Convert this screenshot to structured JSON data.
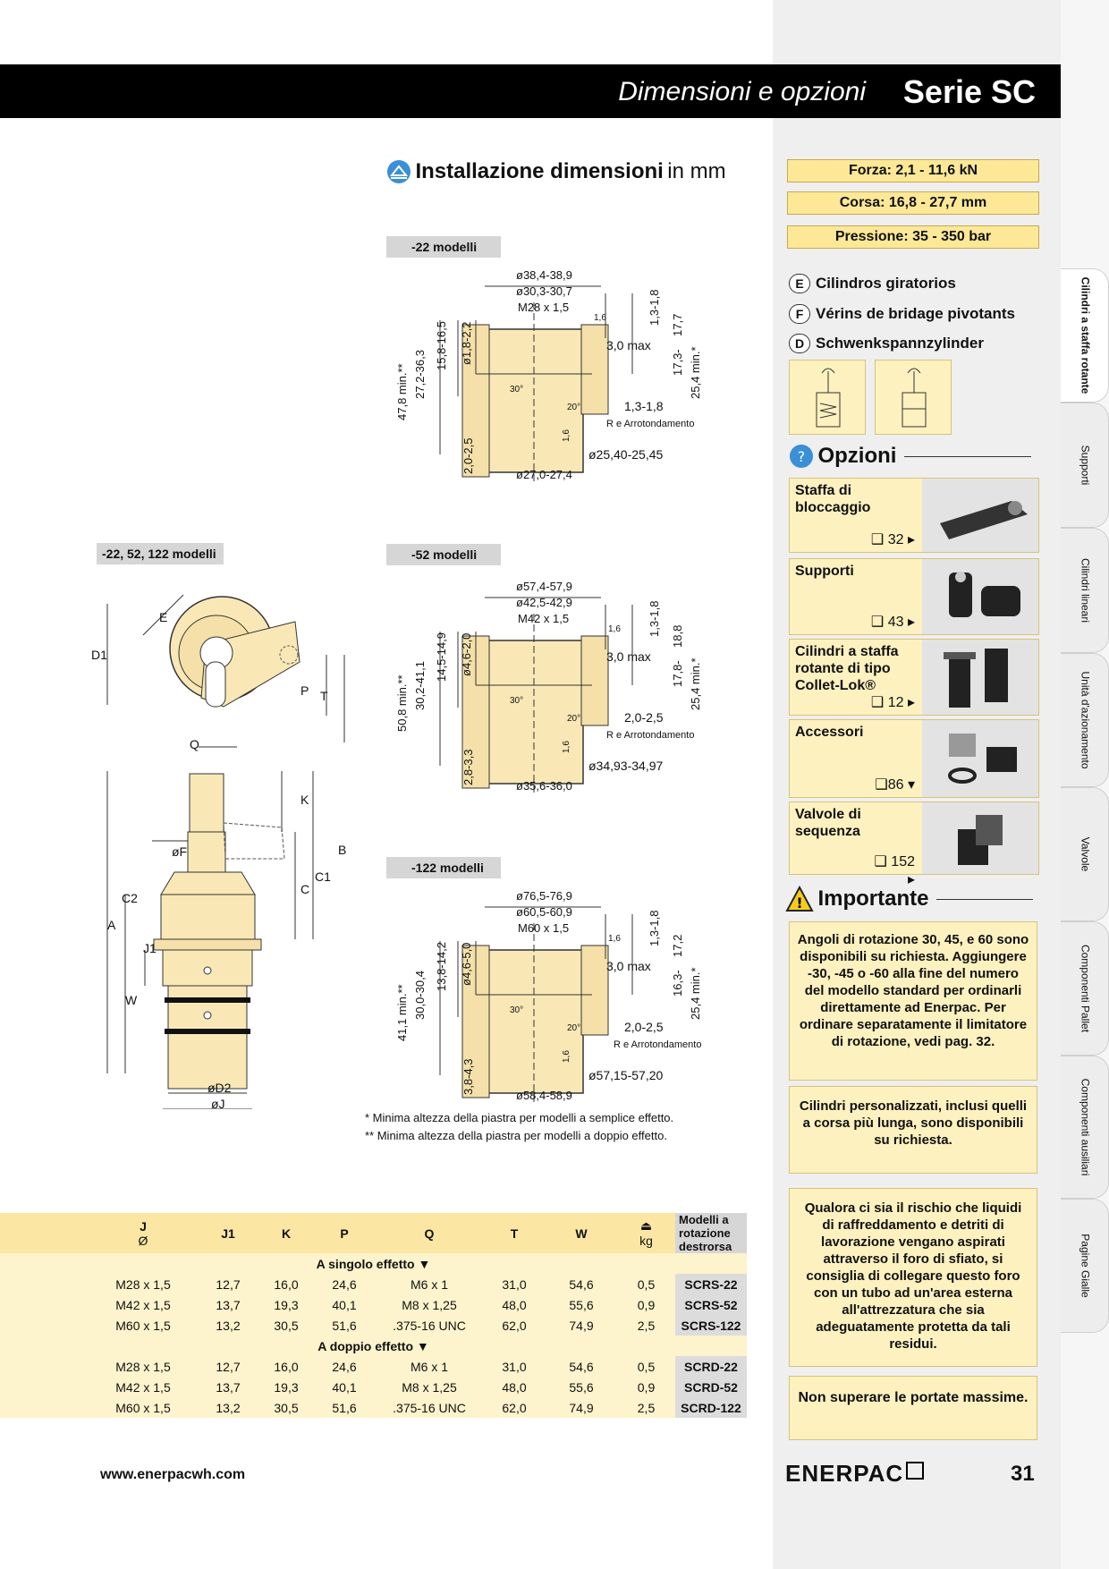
{
  "header": {
    "subtitle": "Dimensioni e opzioni",
    "series": "Serie SC"
  },
  "install": {
    "title": "Installazione dimensioni",
    "unit": "in mm"
  },
  "panels": {
    "p22": "-22 modelli",
    "p52": "-52 modelli",
    "p122": "-122 modelli",
    "pall": "-22, 52, 122 modelli"
  },
  "dims22": {
    "d1": "ø38,4-38,9",
    "d2": "ø30,3-30,7",
    "d3": "M28 x 1,5",
    "d4": "1,6",
    "d5": "3,0 max",
    "d6": "1,3-1,8",
    "d7": "17,7",
    "d8": "17,3-",
    "d9": "25,4 min.*",
    "d10": "1,3-1,8",
    "d11": "R e Arrotondamento",
    "d12": "ø25,40-25,45",
    "d13": "ø27,0-27,4",
    "d14": "1,6",
    "v1": "47,8 min.**",
    "v2": "27,2-36,3",
    "v3": "15,8-16,5",
    "v4": "ø1,8-2,2",
    "v5": "2,0-2,5",
    "a30": "30°",
    "a20": "20°"
  },
  "dims52": {
    "d1": "ø57,4-57,9",
    "d2": "ø42,5-42,9",
    "d3": "M42 x 1,5",
    "d4": "1,6",
    "d5": "3,0 max",
    "d6": "1,3-1,8",
    "d7": "18,8",
    "d8": "17,8-",
    "d9": "25,4 min.*",
    "d10": "2,0-2,5",
    "d11": "R e Arrotondamento",
    "d12": "ø34,93-34,97",
    "d13": "ø35,6-36,0",
    "d14": "1,6",
    "v1": "50,8 min.**",
    "v2": "30,2-41,1",
    "v3": "14,5-14,9",
    "v4": "ø4,6-2,0",
    "v5": "2,8-3,3",
    "a30": "30°",
    "a20": "20°"
  },
  "dims122": {
    "d1": "ø76,5-76,9",
    "d2": "ø60,5-60,9",
    "d3": "M60 x 1,5",
    "d4": "1,6",
    "d5": "3,0 max",
    "d6": "1,3-1,8",
    "d7": "17,2",
    "d8": "16,3-",
    "d9": "25,4 min.*",
    "d10": "2,0-2,5",
    "d11": "R e Arrotondamento",
    "d12": "ø57,15-57,20",
    "d13": "ø58,4-58,9",
    "d14": "1,6",
    "v1": "41,1 min.**",
    "v2": "30,0-30,4",
    "v3": "13,8-14,2",
    "v4": "ø4,6-5,0",
    "v5": "3,8-4,3",
    "a30": "30°",
    "a20": "20°"
  },
  "cyl_labels": {
    "E": "E",
    "D1": "D1",
    "P": "P",
    "T": "T",
    "Q": "Q",
    "K": "K",
    "F": "øF",
    "B": "B",
    "C1": "C1",
    "C": "C",
    "C2": "C2",
    "A": "A",
    "J1": "J1",
    "W": "W",
    "D2": "øD2",
    "J": "øJ"
  },
  "footnotes": {
    "f1": "*   Minima altezza della piastra per modelli a semplice effetto.",
    "f2": "** Minima altezza della piastra per modelli a doppio effetto."
  },
  "specs": {
    "force": "Forza:  2,1 - 11,6 kN",
    "stroke": "Corsa:  16,8 - 27,7 mm",
    "pressure": "Pressione:  35 - 350 bar"
  },
  "languages": [
    {
      "code": "E",
      "text": "Cilindros giratorios"
    },
    {
      "code": "F",
      "text": "Vérins de bridage pivotants"
    },
    {
      "code": "D",
      "text": "Schwenkspannzylinder"
    }
  ],
  "options": {
    "title": "Opzioni",
    "items": [
      {
        "title": "Staffa di bloccaggio",
        "page": "32"
      },
      {
        "title": "Supporti",
        "page": "43"
      },
      {
        "title": "Cilindri a staffa rotante di tipo Collet-Lok®",
        "page": "12"
      },
      {
        "title": "Accessori",
        "page": "86"
      },
      {
        "title": "Valvole di sequenza",
        "page": "152"
      }
    ]
  },
  "important": {
    "title": "Importante",
    "box1": "Angoli di rotazione 30, 45, e 60 sono disponibili su richiesta. Aggiungere -30, -45 o -60 alla fine del numero del modello standard per ordinarli direttamente ad Enerpac. Per ordinare separatamente il limitatore di rotazione, vedi pag. 32.",
    "box2": "Cilindri personalizzati, inclusi quelli a corsa più lunga, sono disponibili su richiesta.",
    "box3": "Qualora ci sia il rischio che liquidi di raffreddamento e detriti di lavorazione vengano aspirati attraverso il foro di sfiato, si consiglia di collegare questo foro con un tubo ad un'area esterna all'attrezzatura che sia adeguatamente protetta da tali residui.",
    "box4": "Non superare le portate massime."
  },
  "side_tabs": [
    "Cilindri a staffa rotante",
    "Supporti",
    "Cilindri lineari",
    "Unità d'azionamento",
    "Valvole",
    "Componenti Pallet",
    "Componenti ausiliari",
    "Pagine Gialle"
  ],
  "table": {
    "headers": [
      "J",
      "J1",
      "K",
      "P",
      "Q",
      "T",
      "W",
      "kg",
      "Modelli a rotazione destrorsa"
    ],
    "j_sub": "Ø",
    "group_single": "A singolo effetto ▼",
    "group_double": "A doppio effetto  ▼",
    "single": [
      [
        "M28 x 1,5",
        "12,7",
        "16,0",
        "24,6",
        "M6 x 1",
        "31,0",
        "54,6",
        "0,5",
        "SCRS-22"
      ],
      [
        "M42 x 1,5",
        "13,7",
        "19,3",
        "40,1",
        "M8 x 1,25",
        "48,0",
        "55,6",
        "0,9",
        "SCRS-52"
      ],
      [
        "M60 x 1,5",
        "13,2",
        "30,5",
        "51,6",
        ".375-16 UNC",
        "62,0",
        "74,9",
        "2,5",
        "SCRS-122"
      ]
    ],
    "double": [
      [
        "M28 x 1,5",
        "12,7",
        "16,0",
        "24,6",
        "M6 x 1",
        "31,0",
        "54,6",
        "0,5",
        "SCRD-22"
      ],
      [
        "M42 x 1,5",
        "13,7",
        "19,3",
        "40,1",
        "M8 x 1,25",
        "48,0",
        "55,6",
        "0,9",
        "SCRD-52"
      ],
      [
        "M60 x 1,5",
        "13,2",
        "30,5",
        "51,6",
        ".375-16 UNC",
        "62,0",
        "74,9",
        "2,5",
        "SCRD-122"
      ]
    ]
  },
  "footer": {
    "url": "www.enerpacwh.com",
    "brand": "ENERPAC",
    "page": "31"
  },
  "colors": {
    "accent_yellow": "#fce897",
    "part_fill": "#f9e8b6",
    "header_bg": "#000000"
  }
}
